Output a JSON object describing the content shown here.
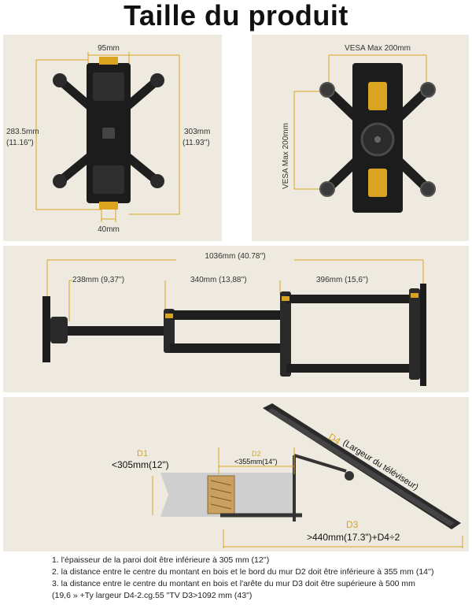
{
  "title": "Taille du produit",
  "panel1": {
    "top": "95mm",
    "left_mm": "283.5mm",
    "left_in": "(11.16'')",
    "right_mm": "303mm",
    "right_in": "(11.93'')",
    "bottom": "40mm"
  },
  "panel2": {
    "top": "VESA Max 200mm",
    "side": "VESA Max 200mm"
  },
  "panel3": {
    "total": "1036mm (40.78'')",
    "seg1": "238mm (9,37'')",
    "seg2": "340mm (13,88'')",
    "seg3": "396mm (15,6'')"
  },
  "panel4": {
    "d1_label": "D1",
    "d1_value": "<305mm(12\")",
    "d2_label": "D2",
    "d2_value": "<355mm(14\")",
    "d3_label": "D3",
    "d3_value": ">440mm(17.3\")+D4÷2",
    "d4_label": "D4",
    "d4_text": "(Largeur du téléviseur)"
  },
  "notes": [
    "1. l'épaisseur de la paroi doit être inférieure à 305 mm (12'')",
    "2. la distance entre le centre du montant en bois et le bord du mur D2 doit être inférieure à 355 mm (14'')",
    "3. la distance entre le centre du montant en bois et l'arête du mur D3 doit être supérieure à 500 mm",
    "(19,6 » +Ty largeur D4-2.cg.55 \"TV D3>1092 mm (43\")"
  ],
  "colors": {
    "panel_bg": "#efeadf",
    "dimension_line": "#d9a520",
    "metal": "#222222",
    "wood": "#c9a060",
    "wall": "#cfcfcf"
  }
}
